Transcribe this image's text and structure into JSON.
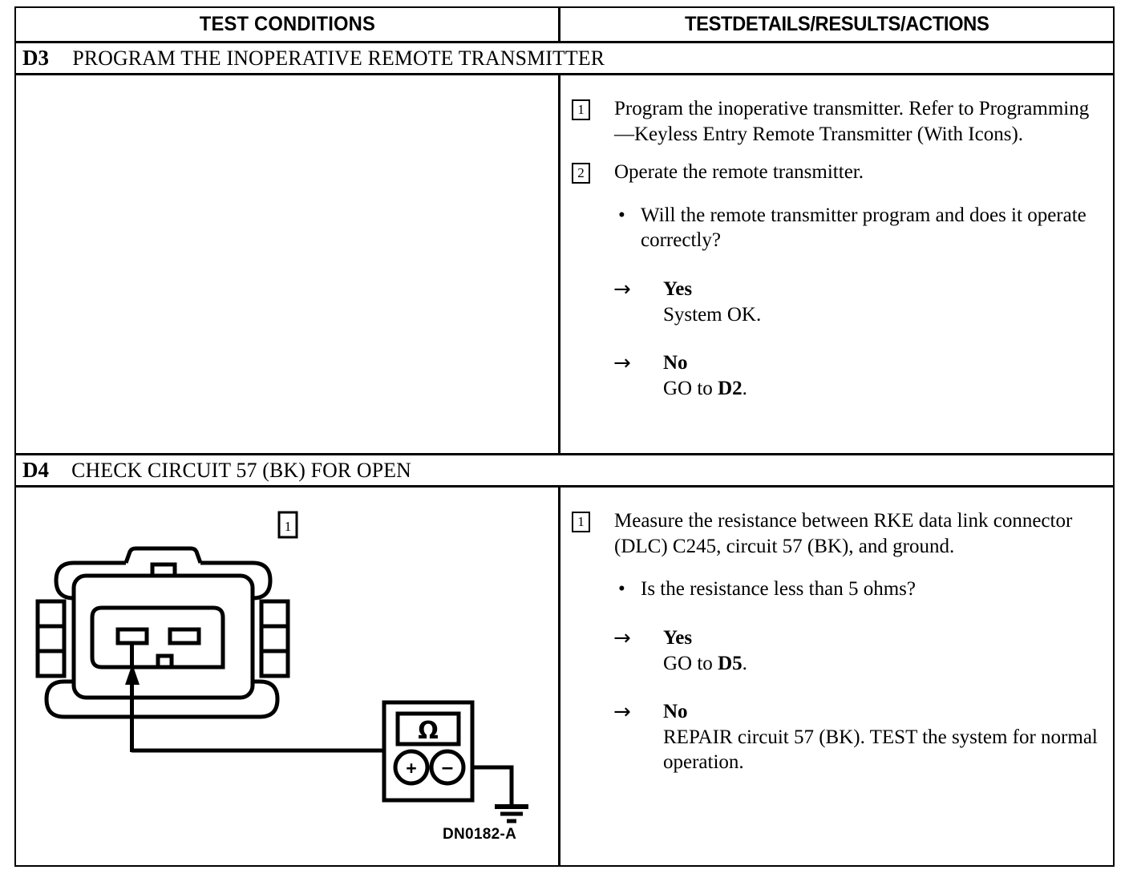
{
  "table": {
    "columns": [
      {
        "label": "TEST CONDITIONS"
      },
      {
        "label": "TESTDETAILS/RESULTS/ACTIONS"
      }
    ]
  },
  "sections": [
    {
      "id": "D3",
      "title": "PROGRAM THE INOPERATIVE REMOTE TRANSMITTER",
      "steps": [
        {
          "number": "1",
          "text": "Program the inoperative transmitter. Refer to Programming—Keyless Entry Remote Transmitter (With Icons)."
        },
        {
          "number": "2",
          "text": "Operate the remote transmitter."
        }
      ],
      "bullet_marker": "•",
      "question": "Will the remote transmitter program and does it operate correctly?",
      "answers": [
        {
          "arrow": "→",
          "label": "Yes",
          "detail_prefix": "System OK.",
          "detail_bold": "",
          "detail_suffix": ""
        },
        {
          "arrow": "→",
          "label": "No",
          "detail_prefix": "GO to ",
          "detail_bold": "D2",
          "detail_suffix": "."
        }
      ]
    },
    {
      "id": "D4",
      "title": "CHECK CIRCUIT 57 (BK) FOR OPEN",
      "steps": [
        {
          "number": "1",
          "text": "Measure the resistance between RKE data link connector (DLC) C245, circuit 57 (BK), and ground."
        }
      ],
      "bullet_marker": "•",
      "question": "Is the resistance less than 5 ohms?",
      "answers": [
        {
          "arrow": "→",
          "label": "Yes",
          "detail_prefix": "GO to ",
          "detail_bold": "D5",
          "detail_suffix": "."
        },
        {
          "arrow": "→",
          "label": "No",
          "detail_prefix": "REPAIR circuit 57 (BK). TEST the system for normal operation.",
          "detail_bold": "",
          "detail_suffix": ""
        }
      ],
      "figure": {
        "callout": "1",
        "meter_symbol": "Ω",
        "meter_positive": "+",
        "meter_negative": "–",
        "code": "DN0182-A"
      }
    }
  ]
}
